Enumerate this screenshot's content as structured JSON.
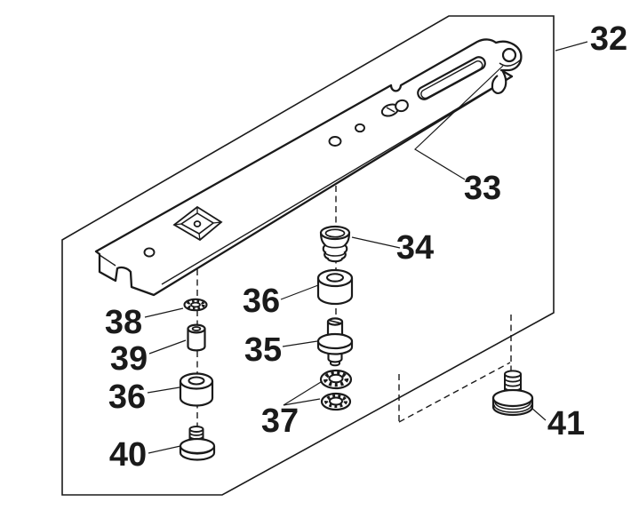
{
  "figure": {
    "type": "exploded-parts-diagram",
    "colors": {
      "background": "#ffffff",
      "line": "#1a1a1a"
    },
    "callouts": {
      "c32": {
        "number": "32",
        "part": "panel-boundary"
      },
      "c33": {
        "number": "33",
        "part": "slide-plate-bracket"
      },
      "c34": {
        "number": "34",
        "part": "tapered-bushing"
      },
      "c35": {
        "number": "35",
        "part": "shoulder-stud"
      },
      "c36_right": {
        "number": "36",
        "part": "cylindrical-spacer"
      },
      "c36_left": {
        "number": "36",
        "part": "cylindrical-spacer"
      },
      "c37": {
        "number": "37",
        "part": "toothed-lock-washers"
      },
      "c38": {
        "number": "38",
        "part": "toothed-washer"
      },
      "c39": {
        "number": "39",
        "part": "collar-spacer"
      },
      "c40": {
        "number": "40",
        "part": "flanged-screw"
      },
      "c41": {
        "number": "41",
        "part": "flanged-screw"
      }
    }
  }
}
